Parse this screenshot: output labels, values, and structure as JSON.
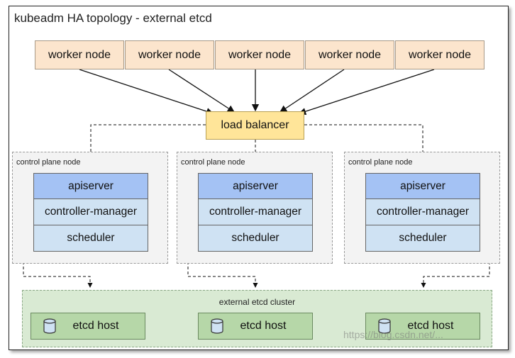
{
  "title": "kubeadm HA topology - external etcd",
  "workers": [
    "worker node",
    "worker node",
    "worker node",
    "worker node",
    "worker node"
  ],
  "load_balancer": "load balancer",
  "control_plane_nodes": [
    {
      "label": "control plane node",
      "components": [
        "apiserver",
        "controller-manager",
        "scheduler"
      ]
    },
    {
      "label": "control plane node",
      "components": [
        "apiserver",
        "controller-manager",
        "scheduler"
      ]
    },
    {
      "label": "control plane node",
      "components": [
        "apiserver",
        "controller-manager",
        "scheduler"
      ]
    }
  ],
  "etcd_cluster": {
    "label": "external etcd cluster",
    "hosts": [
      "etcd host",
      "etcd host",
      "etcd host"
    ],
    "host_icon": "database-icon"
  },
  "watermark": "https://blog.csdn.net/...",
  "colors": {
    "worker": "#fce5cd",
    "load_balancer": "#ffe599",
    "apiserver": "#a4c2f4",
    "component": "#cfe2f3",
    "etcd_cluster": "#d9ead3",
    "etcd_host": "#b6d7a8"
  }
}
